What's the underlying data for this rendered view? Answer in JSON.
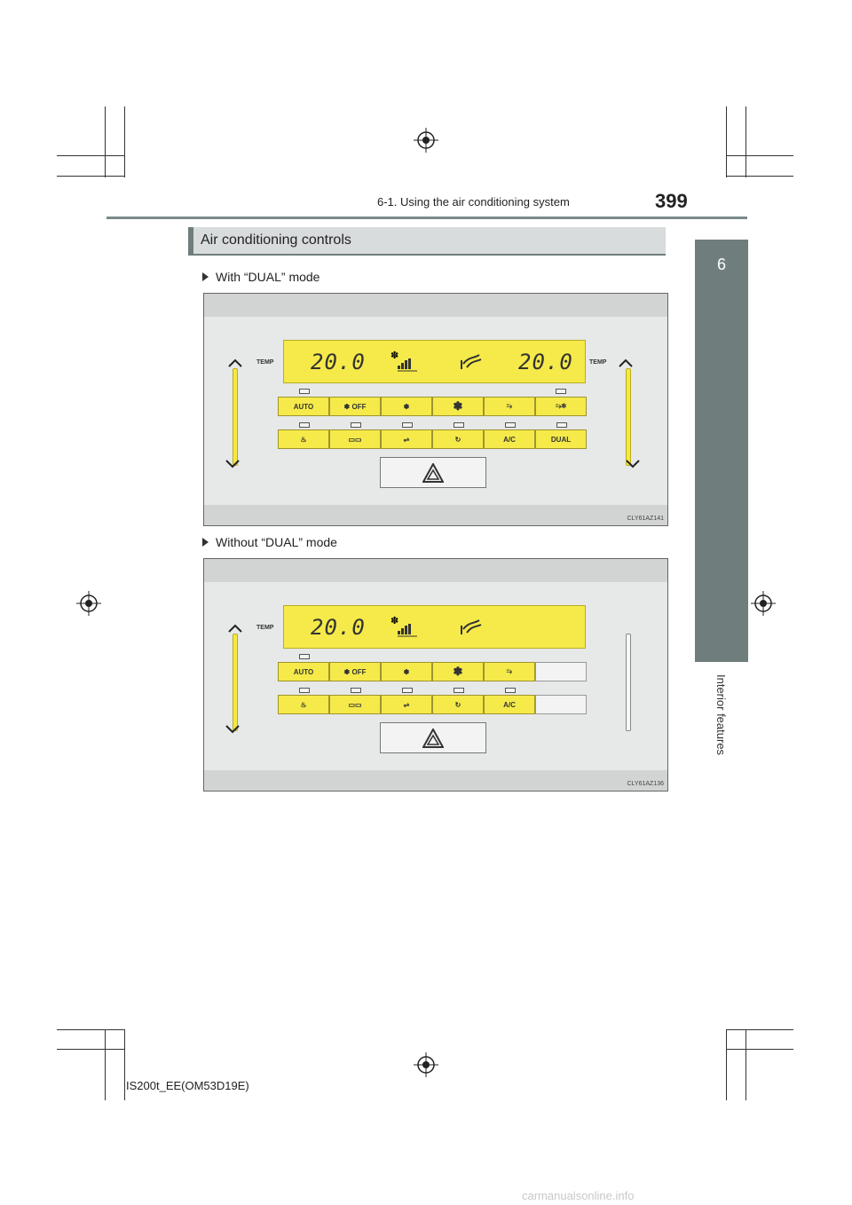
{
  "header": {
    "section": "6-1. Using the air conditioning system",
    "page_number": "399"
  },
  "side_tab": {
    "number": "6",
    "label": "Interior features"
  },
  "section_heading": "Air conditioning controls",
  "figures": [
    {
      "caption": "With “DUAL” mode",
      "temp_left": "20.0",
      "temp_right": "20.0",
      "temp_label": "TEMP",
      "row1": [
        "AUTO",
        "OFF",
        "",
        "",
        "",
        ""
      ],
      "row2": [
        "",
        "",
        "",
        "",
        "A/C",
        "DUAL"
      ],
      "image_code": "CLY61AZ141"
    },
    {
      "caption": "Without “DUAL” mode",
      "temp_left": "20.0",
      "temp_label": "TEMP",
      "row1": [
        "AUTO",
        "OFF",
        "",
        "",
        "",
        ""
      ],
      "row2": [
        "",
        "",
        "",
        "",
        "A/C",
        ""
      ],
      "image_code": "CLY61AZ136"
    }
  ],
  "footer": "IS200t_EE(OM53D19E)",
  "watermark": "carmanualsonline.info",
  "colors": {
    "display_yellow": "#f5ea49",
    "tab_gray": "#6f7e7d"
  }
}
